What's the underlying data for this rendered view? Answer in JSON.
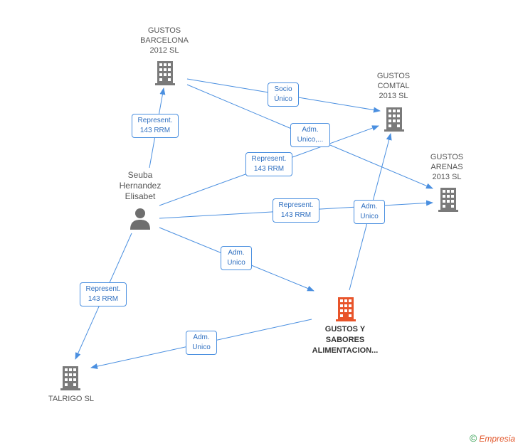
{
  "nodes": {
    "gustos_barcelona": {
      "label": "GUSTOS\nBARCELONA\n2012 SL",
      "icon": "building-icon",
      "color": "#7a7a7a"
    },
    "gustos_comtal": {
      "label": "GUSTOS\nCOMTAL\n2013 SL",
      "icon": "building-icon",
      "color": "#7a7a7a"
    },
    "gustos_arenas": {
      "label": "GUSTOS\nARENAS\n2013  SL",
      "icon": "building-icon",
      "color": "#7a7a7a"
    },
    "gustos_sabores": {
      "label": "GUSTOS Y\nSABORES\nALIMENTACION...",
      "icon": "building-icon",
      "color": "#e8542a"
    },
    "talrigo": {
      "label": "TALRIGO SL",
      "icon": "building-icon",
      "color": "#7a7a7a"
    },
    "seuba": {
      "label": "Seuba\nHernandez\nElisabet",
      "icon": "person-icon",
      "color": "#6e6e6e"
    }
  },
  "edges": {
    "seuba_barcelona": "Represent.\n143 RRM",
    "barcelona_comtal": "Socio\nÚnico",
    "barcelona_arenas": "Adm.\nUnico,...",
    "seuba_comtal": "Represent.\n143 RRM",
    "seuba_arenas": "Represent.\n143 RRM",
    "sabores_arenas": "Adm.\nUnico",
    "seuba_sabores": "Adm.\nUnico",
    "seuba_talrigo": "Represent.\n143 RRM",
    "sabores_talrigo": "Adm.\nUnico"
  },
  "colors": {
    "edge": "#4a8fe0"
  },
  "brand": {
    "symbol": "©",
    "name": "Empresia"
  }
}
